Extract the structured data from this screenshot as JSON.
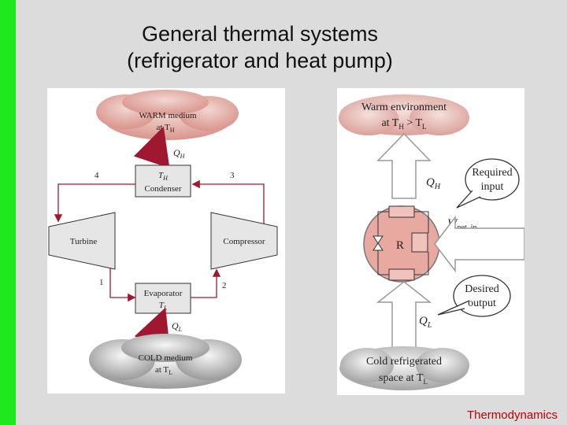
{
  "title": {
    "line1": "General thermal systems",
    "line2": "(refrigerator and heat pump)"
  },
  "left_diagram": {
    "warm_medium_line1": "WARM medium",
    "warm_medium_line2": "at T",
    "warm_medium_sub": "H",
    "qh": "Q",
    "qh_sub": "H",
    "condenser_th": "T",
    "condenser_th_sub": "H",
    "condenser": "Condenser",
    "state_1": "1",
    "state_2": "2",
    "state_3": "3",
    "state_4": "4",
    "turbine": "Turbine",
    "compressor": "Compressor",
    "evaporator": "Evaporator",
    "evaporator_tl": "T",
    "evaporator_tl_sub": "L",
    "ql": "Q",
    "ql_sub": "L",
    "cold_medium_line1": "COLD medium",
    "cold_medium_line2": "at T",
    "cold_medium_sub": "L"
  },
  "right_diagram": {
    "warm_env_line1": "Warm environment",
    "warm_env_line2_a": "at T",
    "warm_env_line2_sub_a": "H",
    "warm_env_line2_b": " > T",
    "warm_env_line2_sub_b": "L",
    "qh": "Q",
    "qh_sub": "H",
    "required_line1": "Required",
    "required_line2": "input",
    "wnet": "W",
    "wnet_sub": "net, in",
    "r_label": "R",
    "desired_line1": "Desired",
    "desired_line2": "output",
    "ql": "Q",
    "ql_sub": "L",
    "cold_line1": "Cold refrigerated",
    "cold_line2": "space at T",
    "cold_sub": "L"
  },
  "footer": "Thermodynamics",
  "colors": {
    "accent_green": "#1fe81f",
    "heat_arrow": "#a01830",
    "footer_red": "#c00000"
  }
}
